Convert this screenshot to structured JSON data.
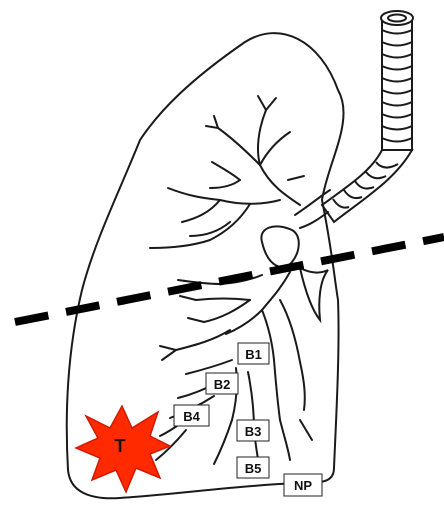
{
  "diagram": {
    "tumor_label": "T",
    "labels": {
      "b1": "B1",
      "b2": "B2",
      "b3": "B3",
      "b4": "B4",
      "b5": "B5",
      "np": "NP"
    },
    "colors": {
      "outline": "#1a1a1a",
      "tumor_fill": "#ff2a00",
      "tumor_stroke": "#d01a00",
      "dashed_line": "#000000"
    }
  }
}
